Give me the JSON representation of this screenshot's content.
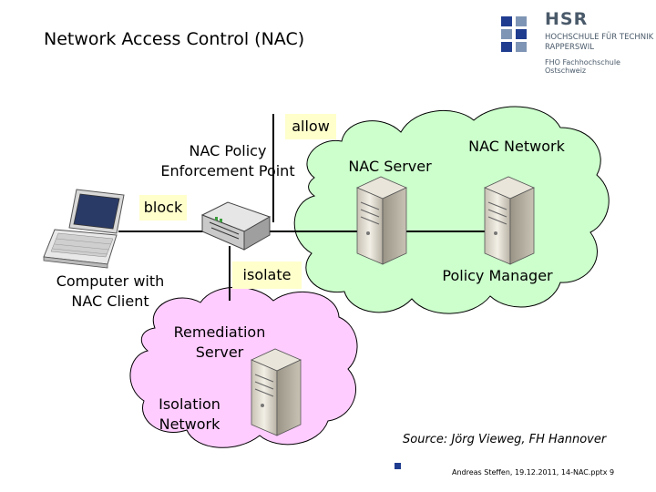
{
  "title": "Network Access Control (NAC)",
  "logo": {
    "name": "HSR",
    "line1": "HOCHSCHULE FÜR TECHNIK",
    "line2": "RAPPERSWIL",
    "line3": "FHO Fachhochschule Ostschweiz"
  },
  "labels": {
    "allow": "allow",
    "block": "block",
    "isolate": "isolate",
    "pep": "NAC Policy\nEnforcement Point",
    "nac_server": "NAC Server",
    "nac_network": "NAC Network",
    "client": "Computer with\nNAC Client",
    "policy_manager": "Policy Manager",
    "remediation": "Remediation\nServer",
    "isolation": "Isolation\nNetwork"
  },
  "source": "Source:  Jörg Vieweg, FH Hannover",
  "footer": "Andreas Steffen, 19.12.2011, 14-NAC.pptx 9",
  "colors": {
    "nac_cloud": "#ccffcc",
    "isolation_cloud": "#ffccff",
    "label_bg": "#ffffcc",
    "accent": "#1f3c8f"
  }
}
